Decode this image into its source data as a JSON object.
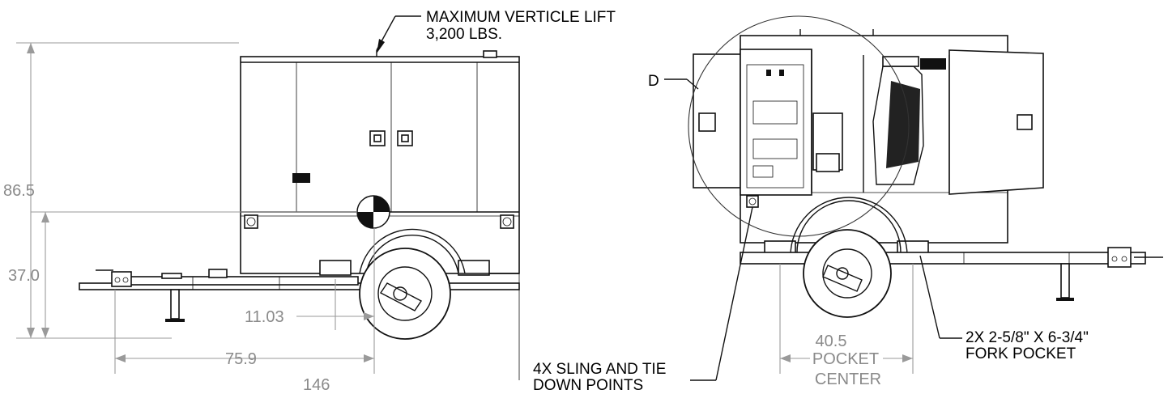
{
  "callouts": {
    "lift_line1": "MAXIMUM VERTICLE LIFT",
    "lift_line2": "3,200 LBS.",
    "detail": "D",
    "fork_line1": "2X 2-5/8\" X 6-3/4\"",
    "fork_line2": "FORK POCKET",
    "sling_line1": "4X SLING AND TIE",
    "sling_line2": "DOWN POINTS"
  },
  "dimensions": {
    "overall_height": "86.5",
    "lift_height": "37.0",
    "offset": "11.03",
    "cg_to_hitch": "75.9",
    "overall_length_partial": "146",
    "pocket_value": "40.5",
    "pocket_line1": "POCKET",
    "pocket_line2": "CENTER"
  }
}
